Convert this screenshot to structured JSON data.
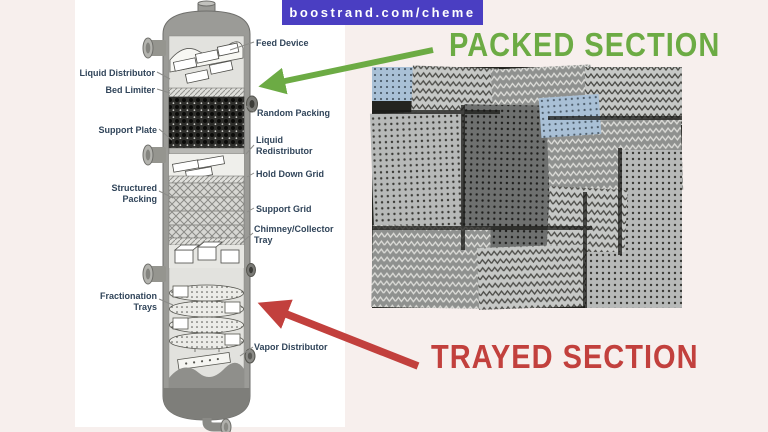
{
  "banner": {
    "text": "boostrand.com/cheme",
    "bg_color": "#4a3ec2"
  },
  "annotations": {
    "packed": {
      "label": "PACKED SECTION",
      "color": "#6cab44"
    },
    "trayed": {
      "label": "TRAYED SECTION",
      "color": "#c2403d"
    }
  },
  "diagram": {
    "title": "packed and trayed distillation column internals",
    "labels": [
      {
        "id": "feed-device",
        "text": "Feed Device"
      },
      {
        "id": "liquid-distributor",
        "text": "Liquid Distributor"
      },
      {
        "id": "bed-limiter",
        "text": "Bed Limiter"
      },
      {
        "id": "random-packing",
        "text": "Random Packing"
      },
      {
        "id": "support-plate",
        "text": "Support Plate"
      },
      {
        "id": "liquid-redistributor",
        "text": "Liquid\nRedistributor"
      },
      {
        "id": "hold-down-grid",
        "text": "Hold Down Grid"
      },
      {
        "id": "structured-packing",
        "text": "Structured\nPacking"
      },
      {
        "id": "support-grid",
        "text": "Support Grid"
      },
      {
        "id": "chimney-collector-tray",
        "text": "Chimney/Collector\nTray"
      },
      {
        "id": "fractionation-trays",
        "text": "Fractionation\nTrays"
      },
      {
        "id": "vapor-distributor",
        "text": "Vapor Distributor"
      }
    ]
  },
  "colors": {
    "background": "#f7efed",
    "content_panel": "#ffffff",
    "label_text": "#31455a",
    "packed_green": "#6cab44",
    "trayed_red": "#c2403d",
    "banner_purple": "#4a3ec2"
  }
}
